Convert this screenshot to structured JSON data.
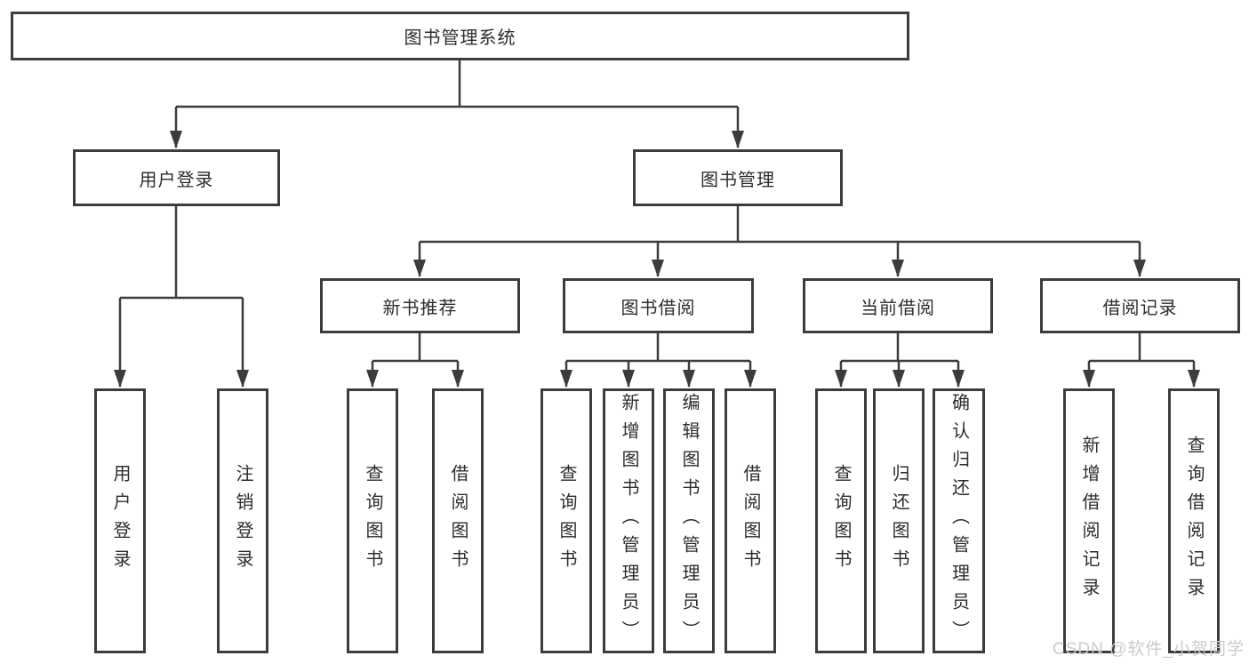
{
  "tree": {
    "label": "图书管理系统",
    "children": [
      {
        "label": "用户登录",
        "children": [
          {
            "label": "用户登录"
          },
          {
            "label": "注销登录"
          }
        ]
      },
      {
        "label": "图书管理",
        "children": [
          {
            "label": "新书推荐",
            "children": [
              {
                "label": "查询图书"
              },
              {
                "label": "借阅图书"
              }
            ]
          },
          {
            "label": "图书借阅",
            "children": [
              {
                "label": "查询图书"
              },
              {
                "label": "新增图书（管理员）"
              },
              {
                "label": "编辑图书（管理员）"
              },
              {
                "label": "借阅图书"
              }
            ]
          },
          {
            "label": "当前借阅",
            "children": [
              {
                "label": "查询图书"
              },
              {
                "label": "归还图书"
              },
              {
                "label": "确认归还（管理员）"
              }
            ]
          },
          {
            "label": "借阅记录",
            "children": [
              {
                "label": "新增借阅记录"
              },
              {
                "label": "查询借阅记录"
              }
            ]
          }
        ]
      }
    ]
  },
  "watermark": {
    "text": "CSDN @软件_小贺同学"
  },
  "colors": {
    "line": "#3c3c3c",
    "text": "#2d2d2d",
    "watermark": "#cbcbcb",
    "background": "#ffffff"
  }
}
